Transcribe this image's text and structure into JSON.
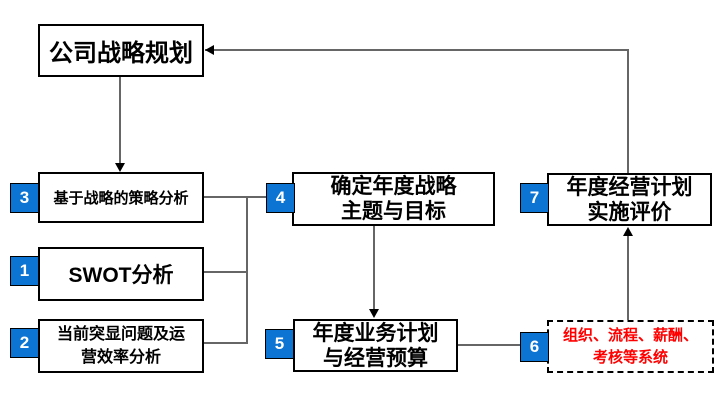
{
  "diagram": {
    "title_box": {
      "label": "公司战略规划"
    },
    "steps": {
      "s1": {
        "num": "1",
        "text": "SWOT分析"
      },
      "s2": {
        "num": "2",
        "text": "当前突显问题及运\n营效率分析"
      },
      "s3": {
        "num": "3",
        "text": "基于战略的策略分析"
      },
      "s4": {
        "num": "4",
        "text": "确定年度战略\n主题与目标"
      },
      "s5": {
        "num": "5",
        "text": "年度业务计划\n与经营预算"
      },
      "s6": {
        "num": "6",
        "text": "组织、流程、薪酬、\n考核等系统"
      },
      "s7": {
        "num": "7",
        "text": "年度经营计划\n实施评价"
      }
    },
    "colors": {
      "badge_blue": "#0c74d2",
      "step6_text_red": "#ff0000",
      "box_border_black": "#000000",
      "connector_gray": "#666666",
      "background_white": "#ffffff"
    }
  }
}
